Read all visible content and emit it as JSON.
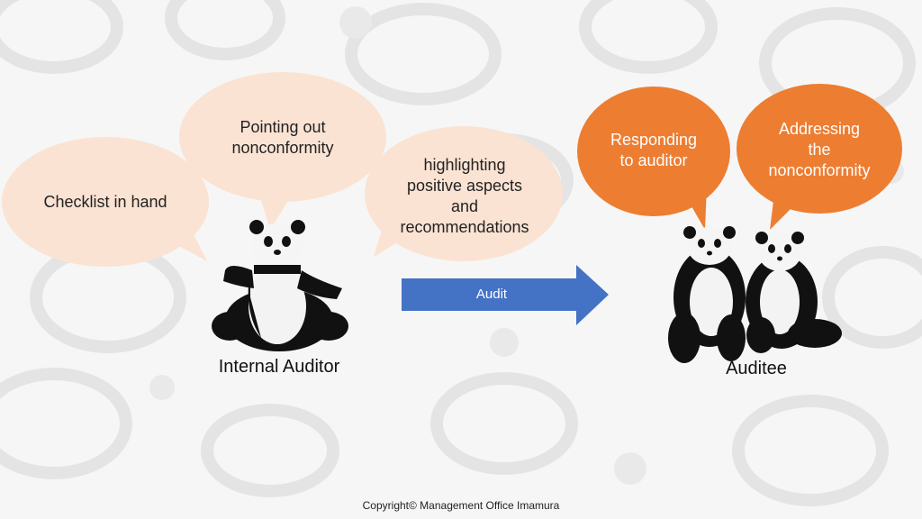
{
  "colors": {
    "background": "#f6f6f6",
    "auditor_bubble": "#fbe3d3",
    "auditee_bubble": "#ed7d31",
    "arrow": "#4472c4"
  },
  "auditor": {
    "label": "Internal Auditor",
    "bubbles": [
      "Checklist in hand",
      "Pointing out\nnonconformity",
      "highlighting\npositive aspects\nand\nrecommendations"
    ]
  },
  "arrow": {
    "label": "Audit"
  },
  "auditee": {
    "label": "Auditee",
    "bubbles": [
      "Responding\nto auditor",
      "Addressing\nthe\nnonconformity"
    ]
  },
  "footer": {
    "copyright": "Copyright© Management Office Imamura"
  }
}
